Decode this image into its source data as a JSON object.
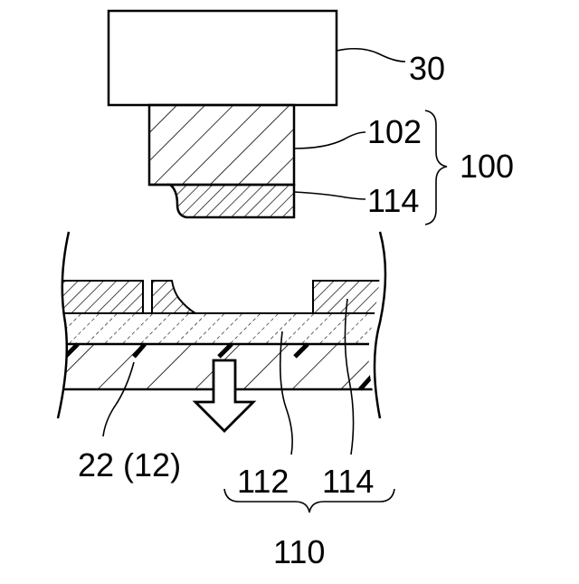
{
  "labels": {
    "ref_30": "30",
    "ref_102_top": "102",
    "ref_100": "100",
    "ref_114_top": "114",
    "ref_22_12": "22 (12)",
    "ref_112": "112",
    "ref_114_bottom": "114",
    "ref_110": "110"
  },
  "colors": {
    "stroke": "#000000",
    "background": "#ffffff"
  },
  "icons": {
    "down_arrow": "down-arrow-icon"
  }
}
